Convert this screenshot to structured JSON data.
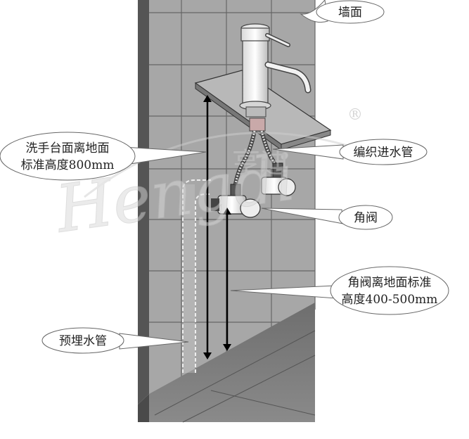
{
  "labels": {
    "wall": "墙面",
    "basin_height_line1": "洗手台面离地面",
    "basin_height_line2": "标准高度800mm",
    "braided_hose": "编织进水管",
    "angle_valve": "角阀",
    "valve_height_line1": "角阀离地面标准",
    "valve_height_line2": "高度400-500mm",
    "embedded_pipe": "预埋水管"
  },
  "watermark": {
    "script_text": "Hengdi",
    "registered_mark": "®",
    "chinese_text": "亨迪"
  }
}
